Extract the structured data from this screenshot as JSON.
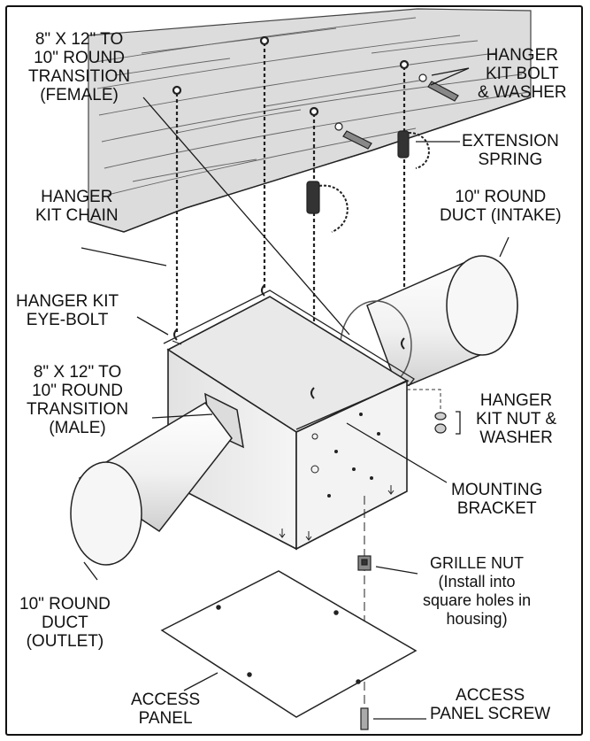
{
  "labels": {
    "transition_female": [
      "8\" X 12\" TO",
      "10\" ROUND",
      "TRANSITION",
      "(FEMALE)"
    ],
    "hanger_bolt": [
      "HANGER",
      "KIT BOLT",
      "& WASHER"
    ],
    "extension_spring": [
      "EXTENSION",
      "SPRING"
    ],
    "hanger_chain": [
      "HANGER",
      "KIT CHAIN"
    ],
    "duct_intake": [
      "10\" ROUND",
      "DUCT (INTAKE)"
    ],
    "eye_bolt": [
      "HANGER KIT",
      "EYE-BOLT"
    ],
    "transition_male": [
      "8\" X 12\" TO",
      "10\" ROUND",
      "TRANSITION",
      "(MALE)"
    ],
    "hanger_nut": [
      "HANGER",
      "KIT NUT &",
      "WASHER"
    ],
    "mounting_bracket": [
      "MOUNTING",
      "BRACKET"
    ],
    "grille_nut": [
      "GRILLE NUT",
      "(Install into",
      "square holes in",
      "housing)"
    ],
    "duct_outlet": [
      "10\" ROUND",
      "DUCT",
      "(OUTLET)"
    ],
    "access_panel": [
      "ACCESS",
      "PANEL"
    ],
    "access_screw": [
      "ACCESS",
      "PANEL SCREW"
    ]
  },
  "colors": {
    "line": "#1a1a1a",
    "wood": "#d9d9d9",
    "box": "#ececec",
    "duct": "#f4f4f4"
  }
}
